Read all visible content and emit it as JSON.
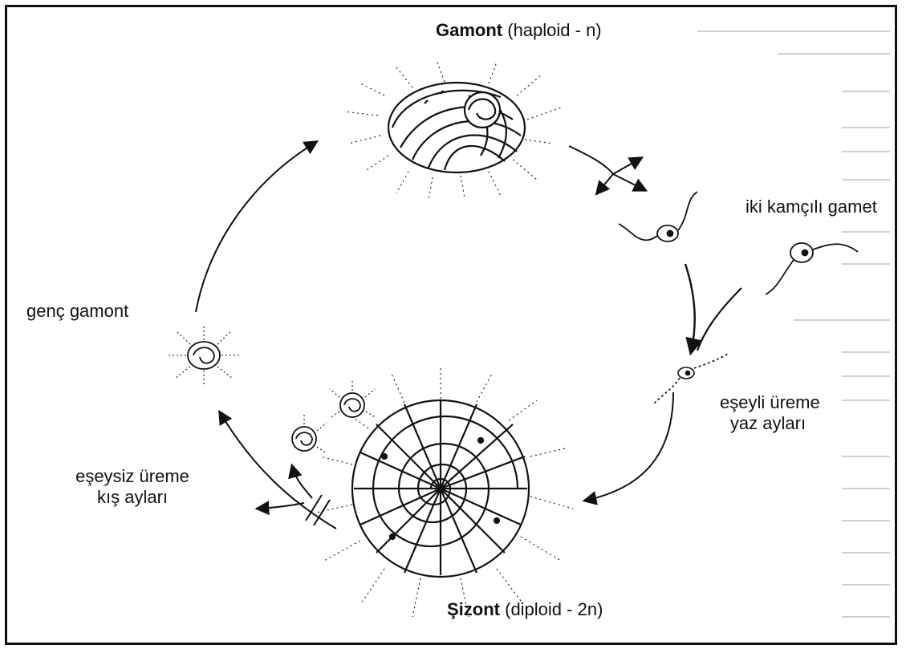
{
  "diagram": {
    "gamont_label": {
      "bold": "Gamont",
      "rest": " (haploid - n)"
    },
    "gamete_label": "iki kamçılı gamet",
    "young_gamont_label": "genç gamont",
    "sexual_label": {
      "line1": "eşeyli üreme",
      "line2": "yaz ayları"
    },
    "asexual_label": {
      "line1": "eşeysiz üreme",
      "line2": "kış ayları"
    },
    "schizont_label": {
      "bold": "Şizont",
      "rest": " (diploid - 2n)"
    }
  },
  "colors": {
    "ink": "#111111",
    "page_bleed": "#9a9a9a"
  }
}
